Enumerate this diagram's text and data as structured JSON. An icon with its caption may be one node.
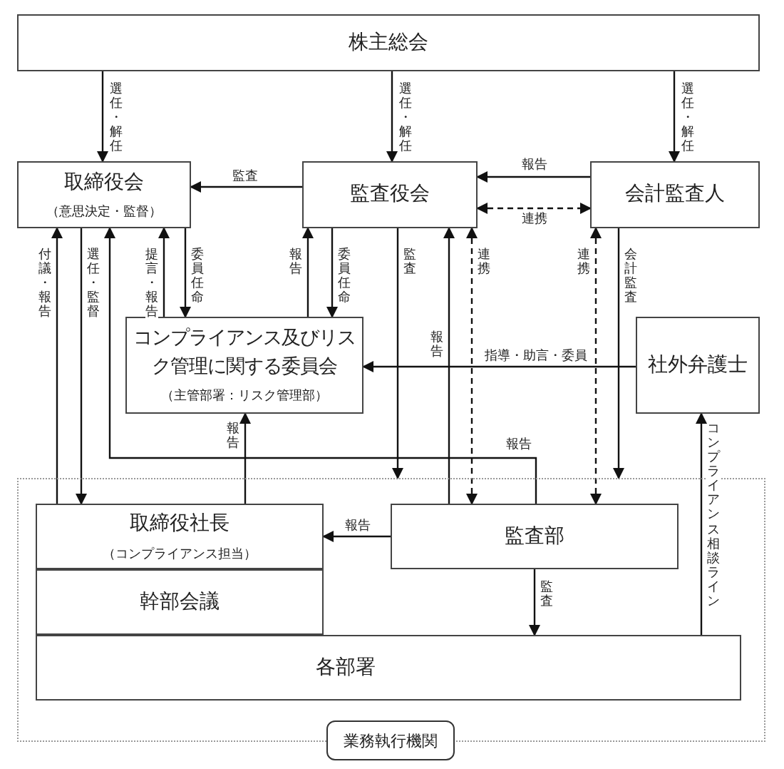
{
  "diagram": {
    "nodes": [
      {
        "text": [
          "株主総会"
        ]
      },
      {
        "text": [
          "取締役会",
          "（意思決定・監督）"
        ]
      },
      {
        "text": [
          "監査役会"
        ]
      },
      {
        "text": [
          "会計監査人"
        ]
      },
      {
        "text": [
          "コンプライアンス及びリスク管理に関する委員会",
          "（主管部署：リスク管理部）"
        ]
      },
      {
        "text": [
          "社外弁護士"
        ]
      },
      {
        "text": [
          "取締役社長",
          "（コンプライアンス担当）"
        ],
        "in": 10
      },
      {
        "text": [
          "幹部会議"
        ],
        "in": 10
      },
      {
        "text": [
          "監査部"
        ],
        "in": 10
      },
      {
        "text": [
          "各部署"
        ],
        "in": 10
      },
      {
        "text": [
          "業務執行機関"
        ]
      }
    ],
    "edges": [
      {
        "from": 0,
        "to": 1,
        "arrow": "to",
        "label": "選任・解任"
      },
      {
        "from": 0,
        "to": 2,
        "arrow": "to",
        "label": "選任・解任"
      },
      {
        "from": 0,
        "to": 3,
        "arrow": "to",
        "label": "選任・解任"
      },
      {
        "from": 3,
        "to": 2,
        "arrow": "to",
        "label": "報告"
      },
      {
        "from": 2,
        "to": 1,
        "arrow": "to",
        "label": "監査"
      },
      {
        "from": 2,
        "to": 3,
        "arrow": "both",
        "label": "連携",
        "style": "dashed"
      },
      {
        "from": 6,
        "to": 1,
        "arrow": "to",
        "label": "付議・報告"
      },
      {
        "from": 1,
        "to": 6,
        "arrow": "to",
        "label": "選任・監督"
      },
      {
        "from": 8,
        "to": 1,
        "arrow": "to",
        "label": "報告"
      },
      {
        "from": 4,
        "to": 1,
        "arrow": "to",
        "label": "提言・報告"
      },
      {
        "from": 1,
        "to": 4,
        "arrow": "to",
        "label": "委員任命"
      },
      {
        "from": 4,
        "to": 2,
        "arrow": "to",
        "label": "報告"
      },
      {
        "from": 2,
        "to": 4,
        "arrow": "to",
        "label": "委員任命"
      },
      {
        "from": 2,
        "to": 10,
        "arrow": "to",
        "label": "監査"
      },
      {
        "from": 8,
        "to": 2,
        "arrow": "to",
        "label": "報告"
      },
      {
        "from": 2,
        "to": 8,
        "arrow": "both",
        "label": "連携",
        "style": "dashed"
      },
      {
        "from": 3,
        "to": 8,
        "arrow": "both",
        "label": "連携",
        "style": "dashed"
      },
      {
        "from": 3,
        "to": 10,
        "arrow": "to",
        "label": "会計監査"
      },
      {
        "from": 5,
        "to": 4,
        "arrow": "to",
        "label": "指導・助言・委員"
      },
      {
        "from": 6,
        "to": 4,
        "arrow": "to",
        "label": "報告"
      },
      {
        "from": 8,
        "to": 6,
        "arrow": "to",
        "label": "報告"
      },
      {
        "from": 8,
        "to": 9,
        "arrow": "to",
        "label": "監査"
      },
      {
        "from": 9,
        "to": 5,
        "arrow": "to",
        "label": "コンプライアンス相談ライン"
      }
    ]
  }
}
